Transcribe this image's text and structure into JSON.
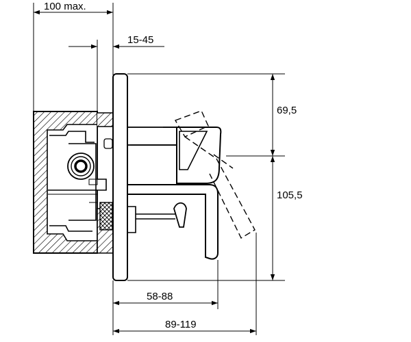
{
  "dimensions": {
    "wall_depth_max": "100 max.",
    "plaster_range": "15-45",
    "upper_height": "69,5",
    "lower_height": "105,5",
    "spout_projection": "58-88",
    "total_projection": "89-119"
  }
}
